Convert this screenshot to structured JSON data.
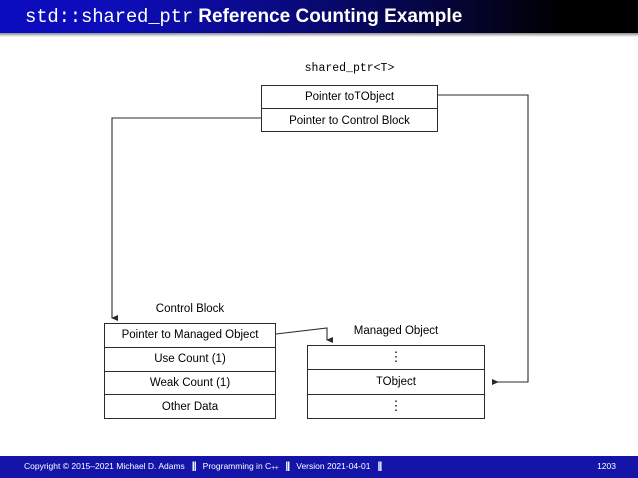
{
  "slide": {
    "title": {
      "mono_part": "std::shared_ptr",
      "sans_part": " Reference Counting Example"
    }
  },
  "diagram": {
    "shared_ptr": {
      "caption": "shared_ptr<T>",
      "rows": [
        {
          "pre": "Pointer to ",
          "mono": "T",
          "post": " Object"
        },
        {
          "pre": "Pointer to Control Block",
          "mono": "",
          "post": ""
        }
      ]
    },
    "control_block": {
      "caption": "Control Block",
      "rows": [
        "Pointer to Managed Object",
        "Use Count (1)",
        "Weak Count (1)",
        "Other Data"
      ]
    },
    "managed_object": {
      "caption": "Managed Object",
      "rows": [
        {
          "pre": "",
          "mono": "",
          "post": "⋮",
          "is_dots": true
        },
        {
          "pre": "",
          "mono": "T",
          "post": " Object",
          "is_dots": false
        },
        {
          "pre": "",
          "mono": "",
          "post": "⋮",
          "is_dots": true
        }
      ]
    },
    "colors": {
      "line": "#2b2b2b",
      "box_fill": "#ffffff"
    }
  },
  "footer": {
    "copyright": "Copyright © 2015–2021 Michael D. Adams",
    "separator": "||",
    "course_pre": "Programming in C",
    "course_sup": "++",
    "version": "Version 2021-04-01",
    "page_number": "1203"
  }
}
